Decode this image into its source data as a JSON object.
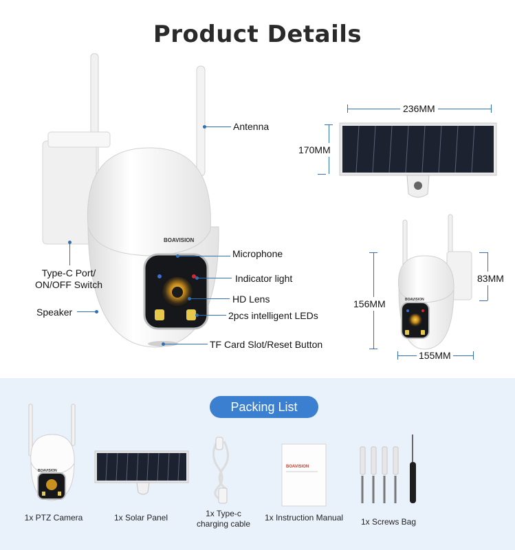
{
  "title": "Product Details",
  "brand": "BOAVISION",
  "callouts": {
    "antenna": "Antenna",
    "microphone": "Microphone",
    "type_c_port": "Type-C Port/",
    "on_off_switch": "ON/OFF Switch",
    "indicator_light": "Indicator light",
    "speaker": "Speaker",
    "hd_lens": "HD Lens",
    "leds": "2pcs intelligent LEDs",
    "tf_card": "TF Card Slot/Reset Button"
  },
  "dimensions": {
    "panel_width": "236MM",
    "panel_height": "170MM",
    "camera_height": "156MM",
    "camera_head": "83MM",
    "camera_width": "155MM"
  },
  "packing": {
    "title": "Packing List",
    "items": [
      {
        "label": "1x PTZ Camera"
      },
      {
        "label": "1x Solar Panel"
      },
      {
        "label_line1": "1x Type-c",
        "label_line2": "charging cable"
      },
      {
        "label": "1x Instruction Manual"
      },
      {
        "label": "1x Screws Bag"
      }
    ]
  },
  "colors": {
    "accent": "#3a7fd0",
    "leader": "#2f6fb5",
    "packing_bg": "#e9f1fb",
    "panel": "#1c2230"
  }
}
